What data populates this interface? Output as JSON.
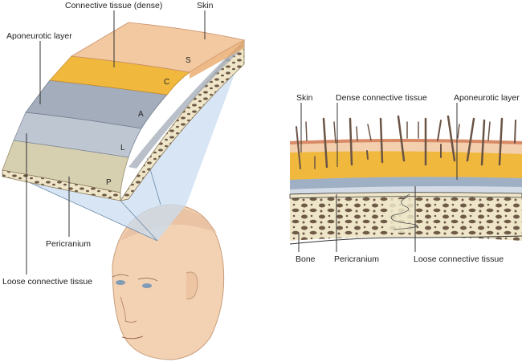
{
  "left_diagram": {
    "labels": {
      "connective_dense": "Connective tissue (dense)",
      "skin": "Skin",
      "aponeurotic": "Aponeurotic layer",
      "pericranium": "Pericranium",
      "loose": "Loose connective tissue"
    },
    "layer_letters": {
      "s": "S",
      "c": "C",
      "a": "A",
      "l": "L",
      "p": "P"
    }
  },
  "right_diagram": {
    "labels": {
      "skin": "Skin",
      "dense": "Dense connective tissue",
      "aponeurotic": "Aponeurotic layer",
      "bone": "Bone",
      "pericranium": "Pericranium",
      "loose": "Loose connective tissue"
    }
  },
  "colors": {
    "skin": "#f2c9a0",
    "dense": "#f0b93e",
    "aponeurotic": "#9ea8b6",
    "loose": "#b7bfcc",
    "pericranium": "#d6cfb0",
    "bone": "#efe6c9",
    "wedge": "#c9dcf0"
  }
}
